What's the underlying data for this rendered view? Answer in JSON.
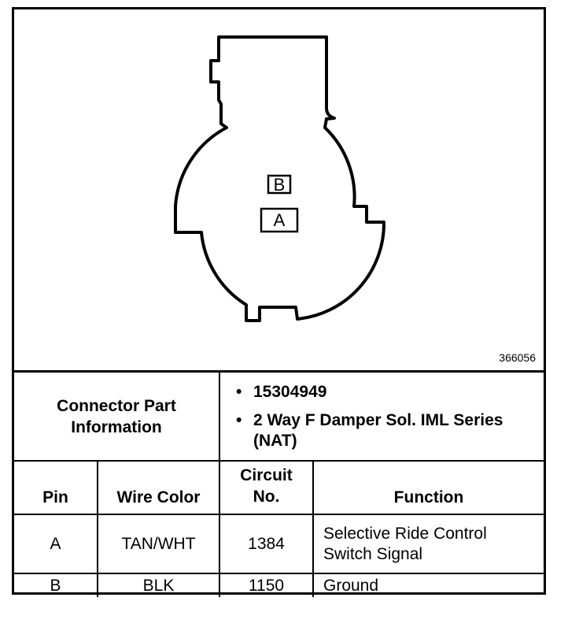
{
  "figure": {
    "id": "366056",
    "pins": [
      {
        "label": "B"
      },
      {
        "label": "A"
      }
    ]
  },
  "connector_info": {
    "title": "Connector Part Information",
    "items": [
      "15304949",
      "2 Way F Damper Sol. IML Series (NAT)"
    ]
  },
  "table": {
    "headers": {
      "pin": "Pin",
      "wire_color": "Wire Color",
      "circuit": "Circuit No.",
      "function": "Function"
    },
    "rows": [
      {
        "pin": "A",
        "wire_color": "TAN/WHT",
        "circuit": "1384",
        "function": "Selective Ride Control Switch Signal"
      },
      {
        "pin": "B",
        "wire_color": "BLK",
        "circuit": "1150",
        "function": "Ground"
      }
    ]
  }
}
